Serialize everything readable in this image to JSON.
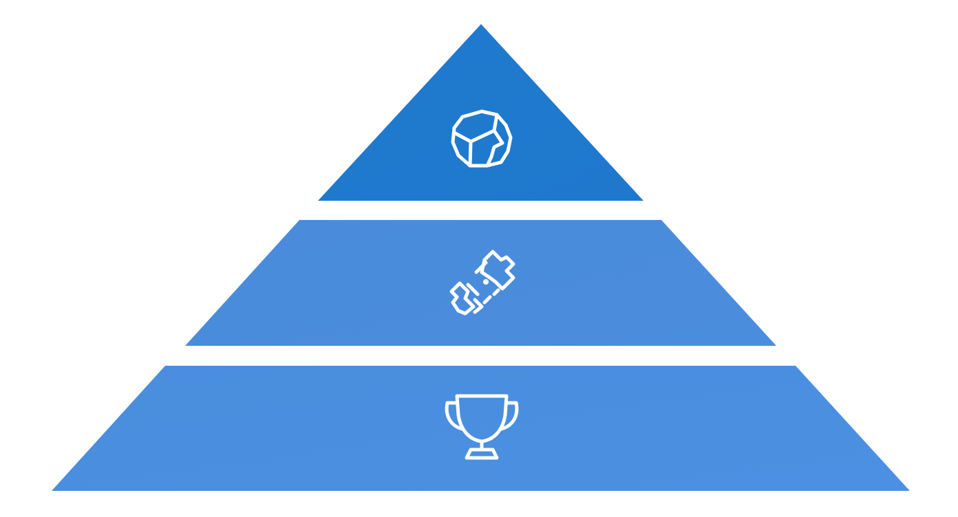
{
  "diagram": {
    "type": "pyramid",
    "levels": [
      {
        "rank": "top",
        "icon": "rock-icon",
        "color": "#1f7acd"
      },
      {
        "rank": "middle",
        "icon": "satellite-icon",
        "color": "#4a8bdc"
      },
      {
        "rank": "bottom",
        "icon": "trophy-icon",
        "color": "#4a8fe0"
      }
    ],
    "background": "#ffffff",
    "icon_color": "#ffffff"
  }
}
